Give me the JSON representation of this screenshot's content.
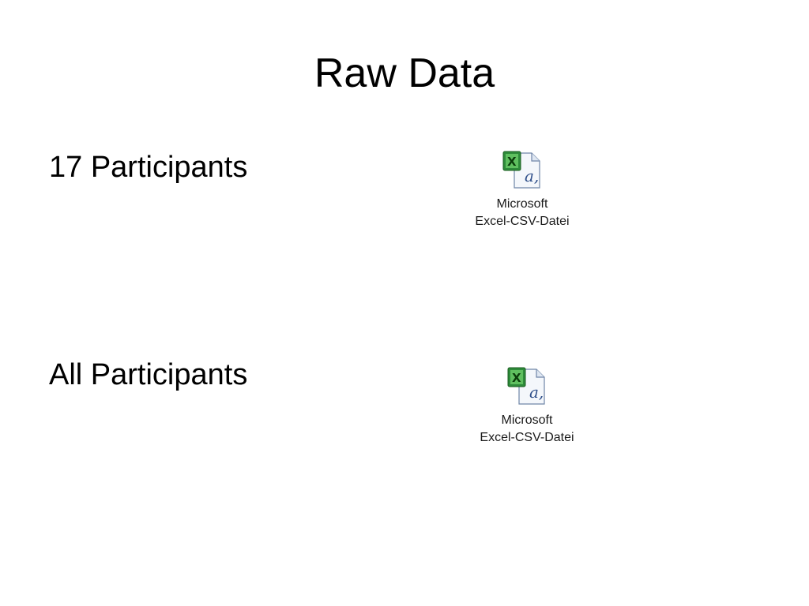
{
  "slide": {
    "title": "Raw Data"
  },
  "rows": [
    {
      "label": "17 Participants",
      "file": {
        "icon": "excel-csv-file-icon",
        "caption_line1": "Microsoft",
        "caption_line2": "Excel-CSV-Datei"
      }
    },
    {
      "label": "All Participants",
      "file": {
        "icon": "excel-csv-file-icon",
        "caption_line1": "Microsoft",
        "caption_line2": "Excel-CSV-Datei"
      }
    }
  ],
  "colors": {
    "excel_green": "#1e7d32",
    "doc_blue": "#2f4f8a"
  }
}
